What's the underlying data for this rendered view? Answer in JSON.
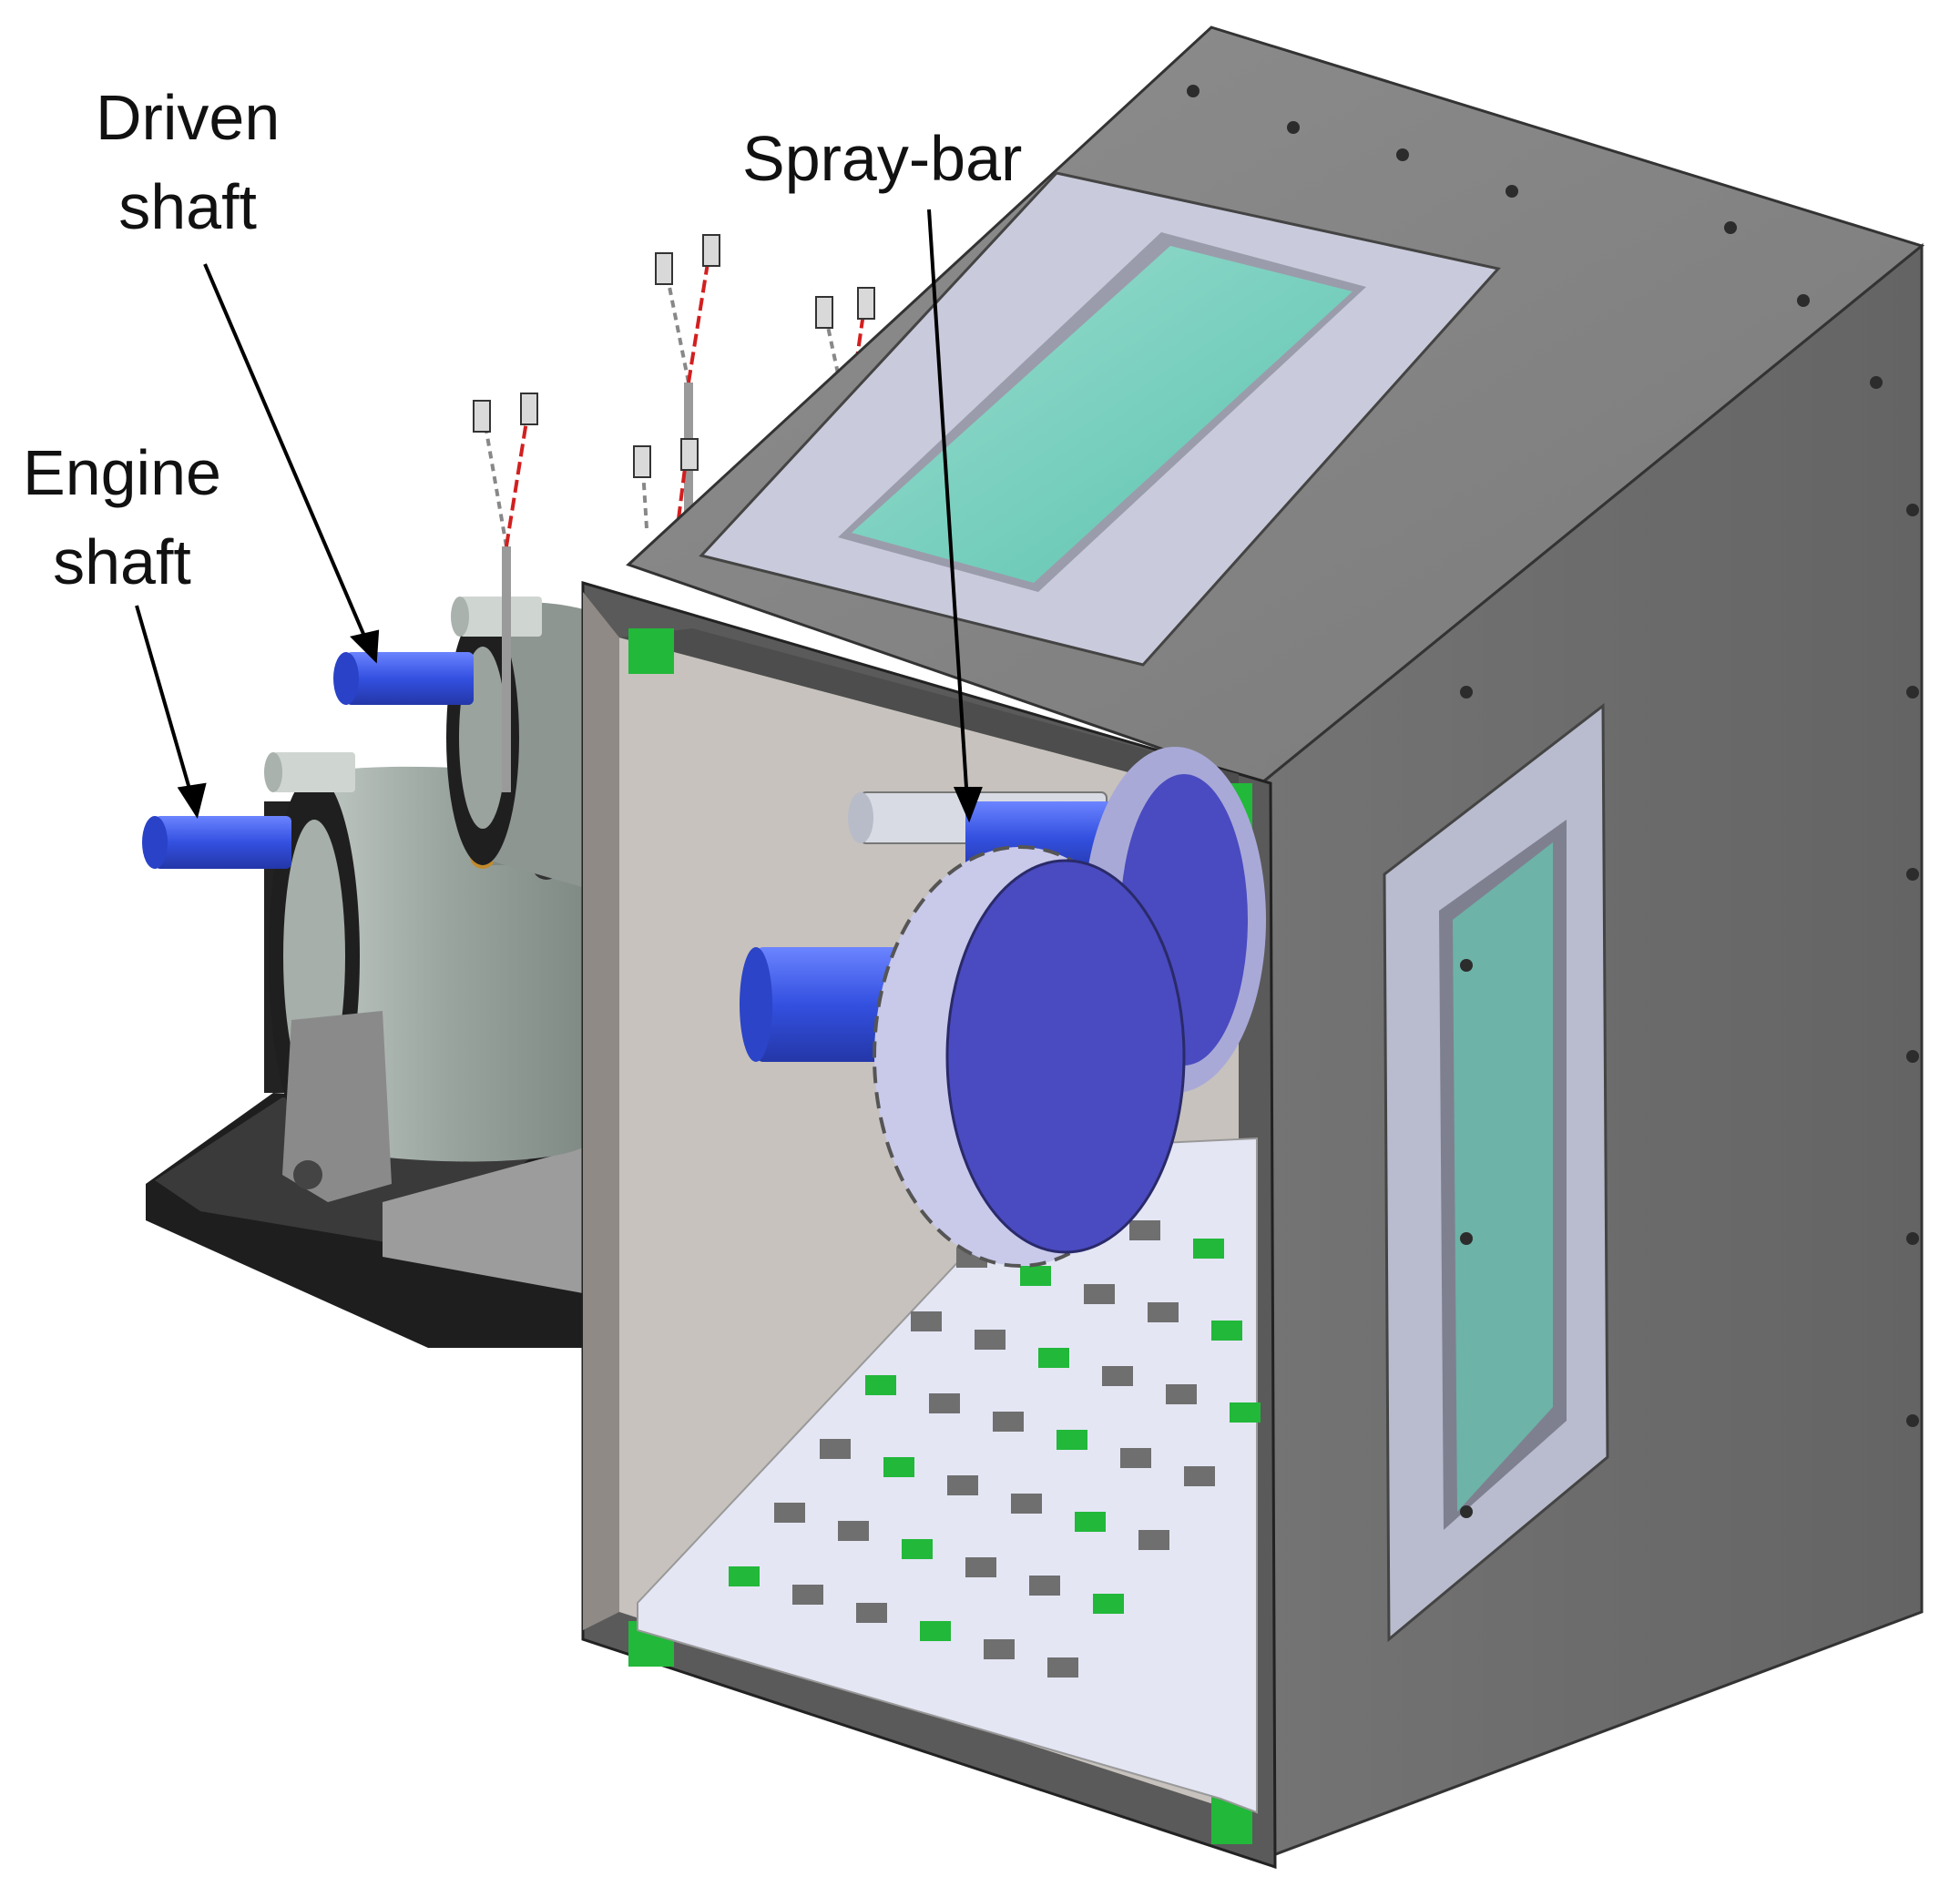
{
  "labels": {
    "driven_shaft": {
      "line1": "Driven",
      "line2": "shaft"
    },
    "engine_shaft": {
      "line1": "Engine",
      "line2": "shaft"
    },
    "spray_bar": {
      "line1": "Spray-bar"
    }
  },
  "colors": {
    "housing_dark": "#5f5f5f",
    "housing_top": "#8a8a8a",
    "housing_side": "#6e6e6e",
    "inner_wall": "#c7c2bd",
    "floor_plate": "#e4e6f4",
    "gear": "#c9c9ea",
    "gear_hub": "#4a4bc0",
    "shaft_blue": "#3a57e8",
    "window_glass": "#7fd9c6",
    "bracket_green": "#22b83a",
    "motor_gray": "#a9b2ad",
    "base_black": "#1e1e1e"
  }
}
